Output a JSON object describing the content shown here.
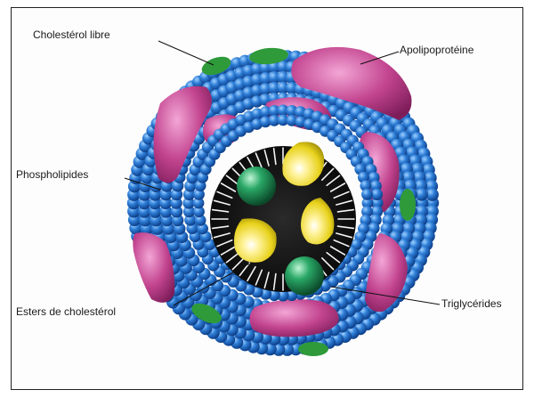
{
  "labels": {
    "free_cholesterol": "Cholestérol libre",
    "apolipoprotein": "Apolipoprotéine",
    "phospholipids": "Phospholipides",
    "cholesterol_esters": "Esters de cholestérol",
    "triglycerides": "Triglycérides"
  },
  "colors": {
    "phospholipid_head": "#2f7fd8",
    "phospholipid_head_dark": "#0d3f8a",
    "apolipoprotein": "#c2448f",
    "free_cholesterol": "#2e9a3a",
    "core": "#111111",
    "cholesterol_ester": "#1f8a55",
    "triglyceride": "#e8d21c"
  }
}
